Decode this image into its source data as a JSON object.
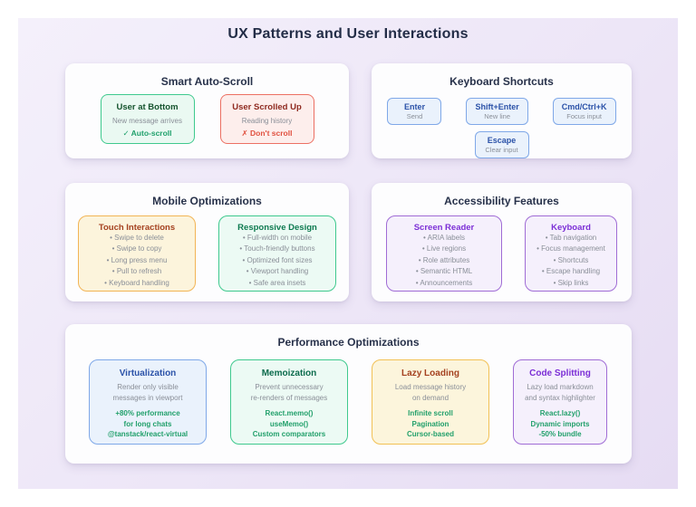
{
  "page": {
    "title": "UX Patterns and User Interactions"
  },
  "smart_autoscroll": {
    "title": "Smart Auto-Scroll",
    "at_bottom": {
      "title": "User at Bottom",
      "event": "New message arrives",
      "result": "✓ Auto-scroll"
    },
    "scrolled_up": {
      "title": "User Scrolled Up",
      "event": "Reading history",
      "result": "✗ Don't scroll"
    }
  },
  "keyboard_shortcuts": {
    "title": "Keyboard Shortcuts",
    "keys": [
      {
        "key": "Enter",
        "action": "Send"
      },
      {
        "key": "Shift+Enter",
        "action": "New line"
      },
      {
        "key": "Cmd/Ctrl+K",
        "action": "Focus input"
      },
      {
        "key": "Escape",
        "action": "Clear input"
      }
    ]
  },
  "mobile_optimizations": {
    "title": "Mobile Optimizations",
    "touch": {
      "title": "Touch Interactions",
      "items": [
        "• Swipe to delete",
        "• Swipe to copy",
        "• Long press menu",
        "• Pull to refresh",
        "• Keyboard handling"
      ]
    },
    "responsive": {
      "title": "Responsive Design",
      "items": [
        "• Full-width on mobile",
        "• Touch-friendly buttons",
        "• Optimized font sizes",
        "• Viewport handling",
        "• Safe area insets"
      ]
    }
  },
  "accessibility_features": {
    "title": "Accessibility Features",
    "screen_reader": {
      "title": "Screen Reader",
      "items": [
        "• ARIA labels",
        "• Live regions",
        "• Role attributes",
        "• Semantic HTML",
        "• Announcements"
      ]
    },
    "keyboard": {
      "title": "Keyboard",
      "items": [
        "• Tab navigation",
        "• Focus management",
        "• Shortcuts",
        "• Escape handling",
        "• Skip links"
      ]
    }
  },
  "performance_optimizations": {
    "title": "Performance Optimizations",
    "cards": [
      {
        "title": "Virtualization",
        "desc1": "Render only visible",
        "desc2": "messages in viewport",
        "metrics": [
          "+80% performance",
          "for long chats",
          "@tanstack/react-virtual"
        ]
      },
      {
        "title": "Memoization",
        "desc1": "Prevent unnecessary",
        "desc2": "re-renders of messages",
        "metrics": [
          "React.memo()",
          "useMemo()",
          "Custom comparators"
        ]
      },
      {
        "title": "Lazy Loading",
        "desc1": "Load message history",
        "desc2": "on demand",
        "metrics": [
          "Infinite scroll",
          "Pagination",
          "Cursor-based"
        ]
      },
      {
        "title": "Code Splitting",
        "desc1": "Lazy load markdown",
        "desc2": "and syntax highlighter",
        "metrics": [
          "React.lazy()",
          "Dynamic imports",
          "-50% bundle"
        ]
      }
    ]
  },
  "colors": {
    "canvas_background": "#EDE6F7",
    "panel_background": "#FDFDFE",
    "heading_text": "#27314A",
    "muted_text": "#8A8F98",
    "green_border": "#3FC98E",
    "green_bg": "#ECFAF4",
    "green_title": "#14532D",
    "green_accent": "#1FA06B",
    "red_border": "#EC7063",
    "red_bg": "#FDEEEC",
    "red_title": "#8F2A20",
    "red_accent": "#E0503F",
    "blue_border": "#7FA8E8",
    "blue_bg": "#EAF2FC",
    "blue_title": "#2B52A8",
    "yellow_border": "#F2B455",
    "yellow_bg": "#FCF4DC",
    "yellow_title": "#A4411F",
    "purple_border": "#A06CD5",
    "purple_bg": "#F5F0FC",
    "purple_title": "#7C2FD6",
    "metric_green": "#22A06B"
  }
}
